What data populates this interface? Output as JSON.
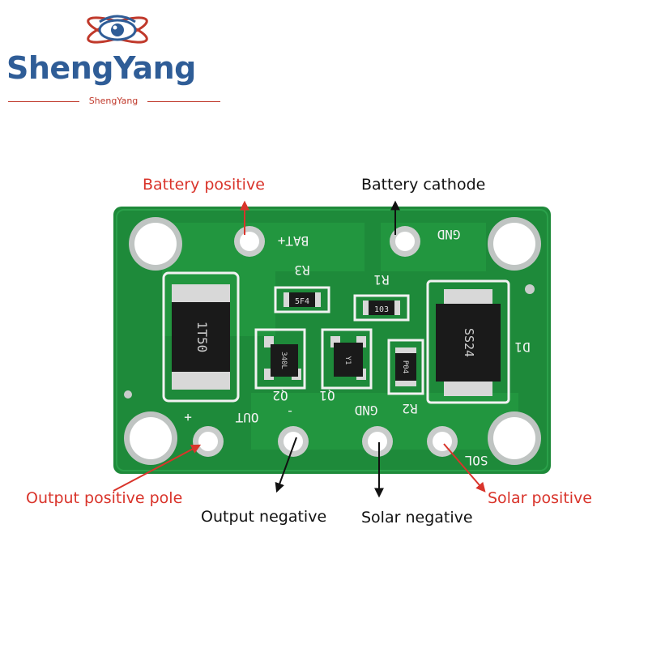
{
  "brand": {
    "name": "ShengYang",
    "tagline": "ShengYang",
    "colors": {
      "primary": "#2f5d97",
      "accent": "#c0392b"
    },
    "logo_icon": "eye-orbit-logo"
  },
  "callouts": {
    "battery_positive": "Battery positive",
    "battery_cathode": "Battery cathode",
    "output_positive_pole": "Output positive pole",
    "output_negative": "Output negative",
    "solar_negative": "Solar negative",
    "solar_positive": "Solar positive",
    "colors": {
      "red": "#d9342b",
      "black": "#111111"
    }
  },
  "board": {
    "pcb_color": "#1e8a3a",
    "silkscreen": {
      "bat_plus": "BAT+",
      "gnd_top": "GND",
      "r3": "R3",
      "r1": "R1",
      "d1": "D1",
      "q2": "Q2",
      "q1": "Q1",
      "gnd_bottom": "GND",
      "r2": "R2",
      "out": "OUT",
      "plus": "+",
      "minus": "-",
      "sol": "SOL"
    },
    "components": {
      "inductor_marking": "1T50",
      "diode_marking": "SS24",
      "r3_marking": "5F4",
      "r1_marking": "103",
      "r2_marking": "P04",
      "q2_marking": "340L",
      "q1_marking": "Y1"
    }
  }
}
